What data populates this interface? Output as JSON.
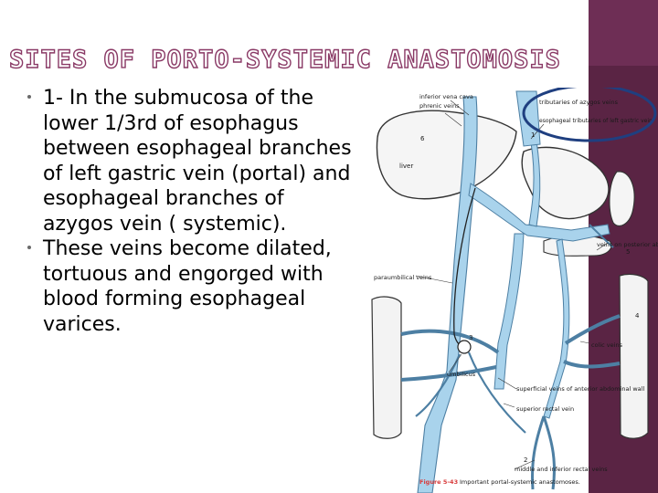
{
  "slide": {
    "title": "SITES OF PORTO-SYSTEMIC ANASTOMOSIS",
    "bullets": [
      "1- In the submucosa of the lower 1/3rd of esophagus between esophageal branches of left gastric vein (portal) and esophageal branches of azygos vein ( systemic).",
      "These veins become dilated, tortuous and engorged with blood forming esophageal varices."
    ]
  },
  "figure": {
    "labels": {
      "inferior_vena_cava": "inferior vena cava",
      "phrenic_veins": "phrenic veins",
      "tributaries_azygos": "tributaries of azygos veins",
      "esophageal_tributaries": "esophageal tributaries of left gastric vein",
      "liver": "liver",
      "veins_posterior_wall": "veins on posterior abdominal wall",
      "paraumbilical_veins": "paraumbilical veins",
      "umbilicus": "umbilicus",
      "colic_veins": "colic veins",
      "superficial_veins": "superficial veins of anterior abdominal wall",
      "superior_rectal_vein": "superior rectal vein",
      "middle_inferior_rectal": "middle and inferior rectal veins",
      "num_1": "1",
      "num_2": "2",
      "num_3": "3",
      "num_4": "4",
      "num_5": "5",
      "num_6": "6"
    },
    "caption_number": "Figure 5-43",
    "caption_text": "Important portal-systemic anastomoses.",
    "colors": {
      "vein_fill": "#a9d3ec",
      "vein_stroke": "#4d7fa3",
      "highlight_ellipse": "#1f3f80",
      "title_outline": "#8a3a66",
      "deco_bar": "#5a2444"
    }
  }
}
